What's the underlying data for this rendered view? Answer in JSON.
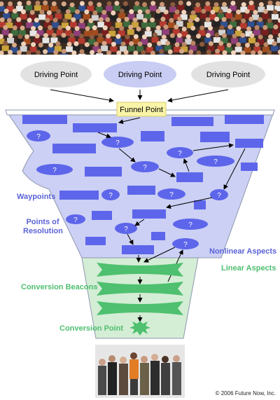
{
  "driving_points": [
    "Driving Point",
    "Driving Point",
    "Driving Point"
  ],
  "funnel_point": "Funnel Point",
  "question_mark": "?",
  "labels": {
    "waypoints": "Waypoints",
    "points_of_resolution": [
      "Points of",
      "Resolution"
    ],
    "nonlinear_aspects": "Nonlinear Aspects",
    "linear_aspects": "Linear Aspects",
    "conversion_beacons": "Conversion Beacons",
    "conversion_point": "Conversion Point"
  },
  "copyright": "© 2006 Future Now, Inc.",
  "colors": {
    "funnel_fill": "#ccd0f4",
    "funnel_stroke": "#8d97ad",
    "block": "#5d66ea",
    "linear_fill": "#d4edd5",
    "beacon": "#4ec06f",
    "funnel_point_fill": "#f9f4a8",
    "driving_point_fill": "#e2e2e2",
    "driving_point_active_fill": "#c9ccf3",
    "nonlinear_text": "#5b63d6",
    "linear_text": "#4fbf6f"
  }
}
